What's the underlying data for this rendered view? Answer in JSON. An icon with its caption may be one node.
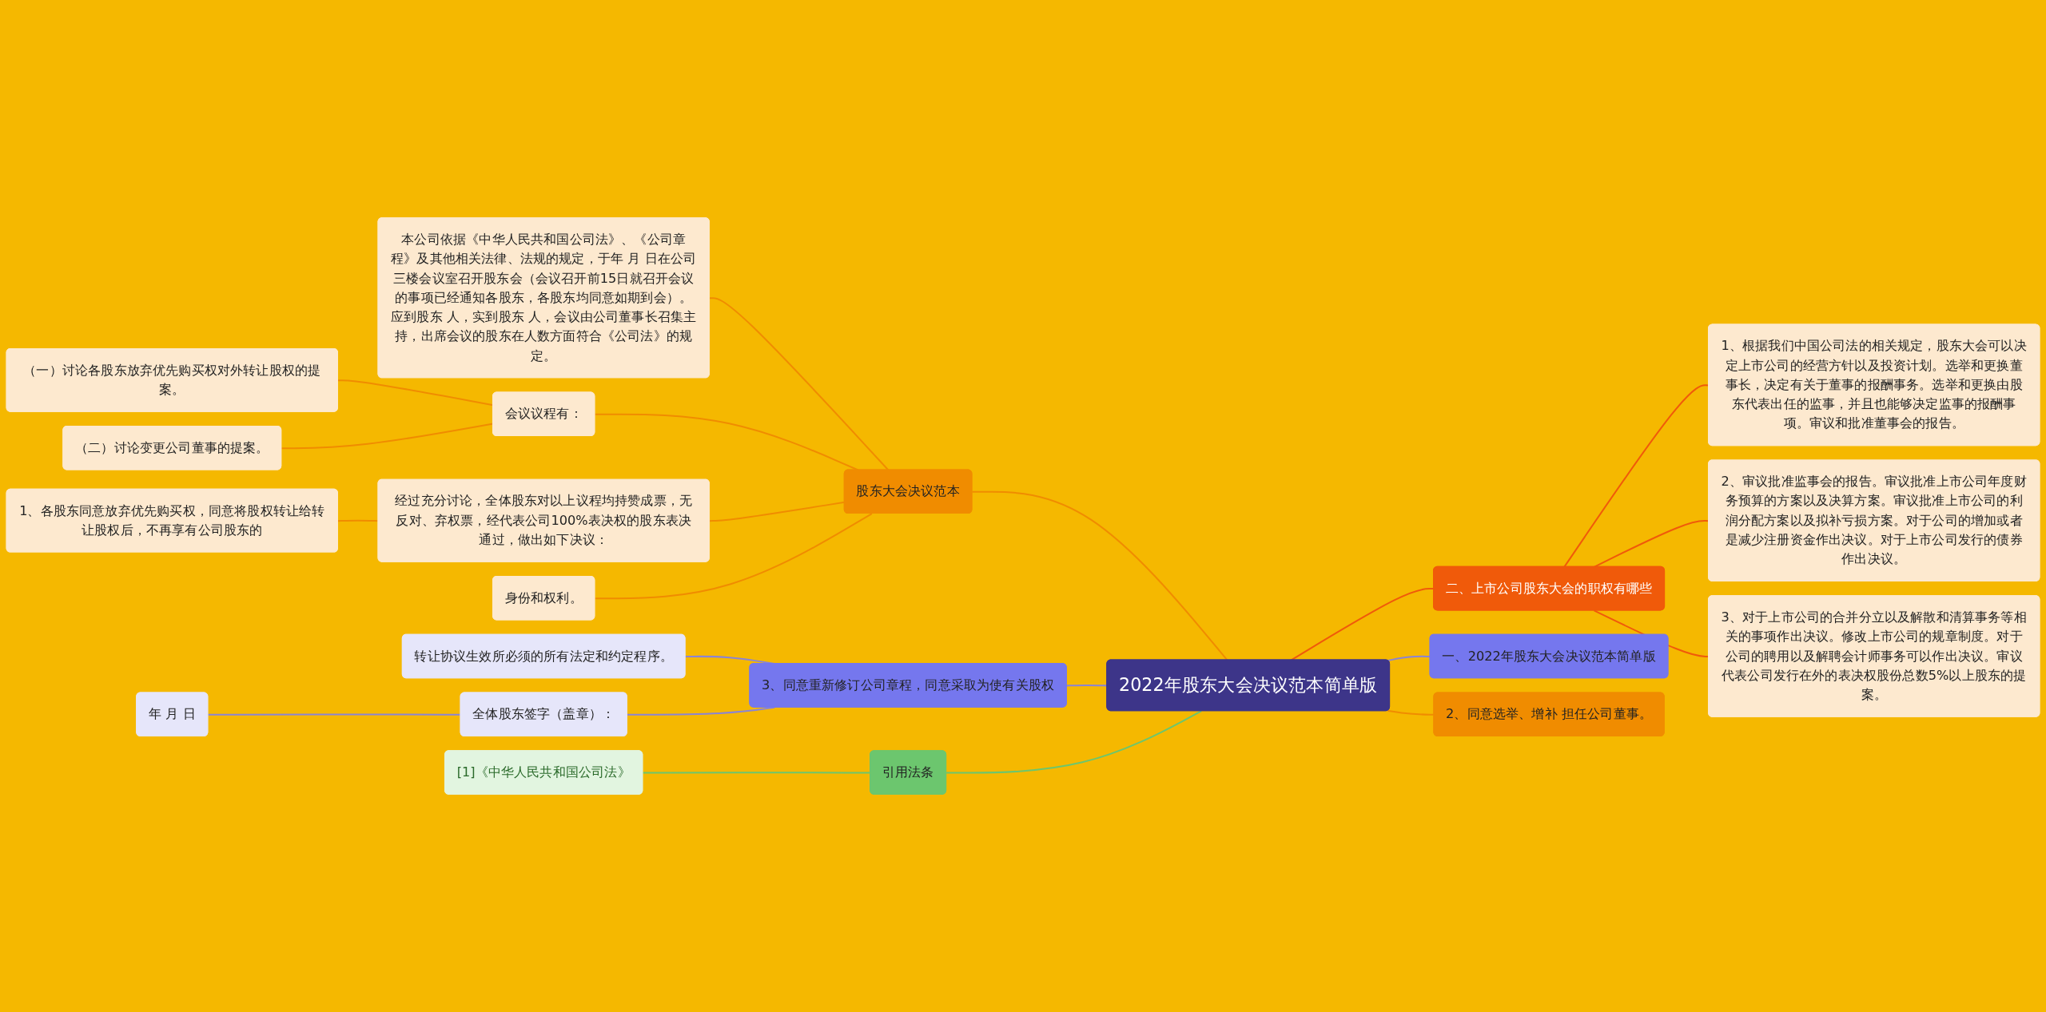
{
  "diagram": {
    "nodes": [
      {
        "text": [
          "2022年股东大会决议范本简单版"
        ]
      },
      {
        "text": [
          "股东大会决议范本"
        ]
      },
      {
        "text": [
          "本公司依据《中华人民共和国公司法》、《公司章程》及其他相关法律、法规的规定，于年 月 日在公司三楼会议室召开股东会（会议召开前15日就召开会议的事项已经通知各股东，各股东均同意如期到会）。应到股东 人，实到股东 人，会议由公司董事长召集主持，出席会议的股东在人数方面符合《公司法》的规定。"
        ]
      },
      {
        "text": [
          "会议议程有："
        ]
      },
      {
        "text": [
          "（一）讨论各股东放弃优先购买权对外转让股权的提案。"
        ]
      },
      {
        "text": [
          "（二）讨论变更公司董事的提案。"
        ]
      },
      {
        "text": [
          "经过充分讨论，全体股东对以上议程均持赞成票，无反对、弃权票，经代表公司100%表决权的股东表决通过，做出如下决议："
        ]
      },
      {
        "text": [
          "1、各股东同意放弃优先购买权，同意将股权转让给转让股权后，不再享有公司股东的"
        ]
      },
      {
        "text": [
          "身份和权利。"
        ]
      },
      {
        "text": [
          "3、同意重新修订公司章程，同意采取为使有关股权"
        ]
      },
      {
        "text": [
          "转让协议生效所必须的所有法定和约定程序。"
        ]
      },
      {
        "text": [
          "全体股东签字（盖章）："
        ]
      },
      {
        "text": [
          "年 月 日"
        ]
      },
      {
        "text": [
          "引用法条"
        ]
      },
      {
        "text": [
          "[1]《中华人民共和国公司法》"
        ]
      },
      {
        "text": [
          "一、2022年股东大会决议范本简单版"
        ]
      },
      {
        "text": [
          "2、同意选举、增补 担任公司董事。"
        ]
      },
      {
        "text": [
          "二、上市公司股东大会的职权有哪些"
        ]
      },
      {
        "text": [
          "1、根据我们中国公司法的相关规定，股东大会可以决定上市公司的经营方针以及投资计划。选举和更换董事长，决定有关于董事的报酬事务。选举和更换由股东代表出任的监事，并且也能够决定监事的报酬事项。审议和批准董事会的报告。"
        ]
      },
      {
        "text": [
          "2、审议批准监事会的报告。审议批准上市公司年度财务预算的方案以及决算方案。审议批准上市公司的利润分配方案以及拟补亏损方案。对于公司的增加或者是减少注册资金作出决议。对于上市公司发行的债券作出决议。"
        ]
      },
      {
        "text": [
          "3、对于上市公司的合并分立以及解散和清算事务等相关的事项作出决议。修改上市公司的规章制度。对于公司的聘用以及解聘会计师事务可以作出决议。审议代表公司发行在外的表决权股份总数5%以上股东的提案。"
        ]
      }
    ],
    "edges": [
      {
        "from": 1,
        "to": 0,
        "arrow": "none"
      },
      {
        "from": 2,
        "to": 1,
        "arrow": "none"
      },
      {
        "from": 3,
        "to": 1,
        "arrow": "none"
      },
      {
        "from": 4,
        "to": 3,
        "arrow": "none"
      },
      {
        "from": 5,
        "to": 3,
        "arrow": "none"
      },
      {
        "from": 6,
        "to": 1,
        "arrow": "none"
      },
      {
        "from": 7,
        "to": 6,
        "arrow": "none"
      },
      {
        "from": 8,
        "to": 1,
        "arrow": "none"
      },
      {
        "from": 9,
        "to": 0,
        "arrow": "none",
        "color": "#8a84d6"
      },
      {
        "from": 10,
        "to": 9,
        "arrow": "none",
        "color": "#8a84d6"
      },
      {
        "from": 11,
        "to": 9,
        "arrow": "none",
        "color": "#8a84d6"
      },
      {
        "from": 12,
        "to": 11,
        "arrow": "none",
        "color": "#8a84d6"
      },
      {
        "from": 13,
        "to": 0,
        "arrow": "none",
        "color": "#6cc66e"
      },
      {
        "from": 14,
        "to": 13,
        "arrow": "none",
        "color": "#6cc66e"
      },
      {
        "from": 0,
        "to": 15,
        "arrow": "none",
        "color": "#8a84d6"
      },
      {
        "from": 0,
        "to": 16,
        "arrow": "none"
      },
      {
        "from": 0,
        "to": 17,
        "arrow": "none",
        "color": "#f05a0a"
      },
      {
        "from": 17,
        "to": 18,
        "arrow": "none",
        "color": "#f05a0a"
      },
      {
        "from": 17,
        "to": 19,
        "arrow": "none",
        "color": "#f05a0a"
      },
      {
        "from": 17,
        "to": 20,
        "arrow": "none",
        "color": "#f05a0a"
      }
    ]
  }
}
